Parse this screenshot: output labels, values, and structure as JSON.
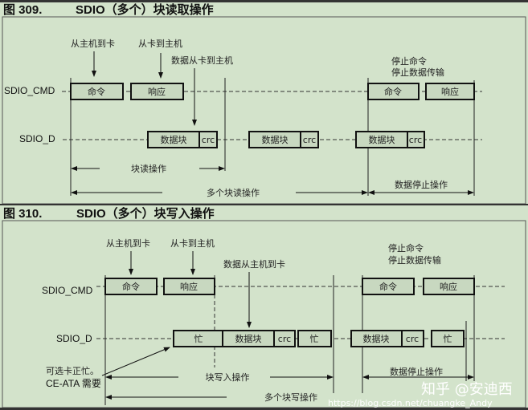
{
  "fig309": {
    "number": "图 309.",
    "title": "SDIO（多个）块读取操作",
    "cmd_signal": "SDIO_CMD",
    "d_signal": "SDIO_D",
    "host_to_card": "从主机到卡",
    "card_to_host": "从卡到主机",
    "data_card_to_host": "数据从卡到主机",
    "stop_cmd": "停止命令",
    "stop_transfer": "停止数据传输",
    "command": "命令",
    "response": "响应",
    "data_block": "数据块",
    "crc": "crc",
    "block_read": "块读操作",
    "multi_block_read": "多个块读操作",
    "data_stop": "数据停止操作"
  },
  "fig310": {
    "number": "图 310.",
    "title": "SDIO（多个）块写入操作",
    "cmd_signal": "SDIO_CMD",
    "d_signal": "SDIO_D",
    "host_to_card": "从主机到卡",
    "card_to_host": "从卡到主机",
    "data_host_to_card": "数据从主机到卡",
    "stop_cmd": "停止命令",
    "stop_transfer": "停止数据传输",
    "command": "命令",
    "response": "响应",
    "busy": "忙",
    "data_block": "数据块",
    "crc": "crc",
    "optional_busy": "可选卡正忙。",
    "ce_ata": "CE-ATA 需要",
    "block_write": "块写入操作",
    "multi_block_write": "多个块写操作",
    "data_stop": "数据停止操作"
  },
  "watermarks": {
    "zhihu": "知乎 @安迪西",
    "csdn": "https://blog.csdn.net/chuangke_Andy"
  }
}
